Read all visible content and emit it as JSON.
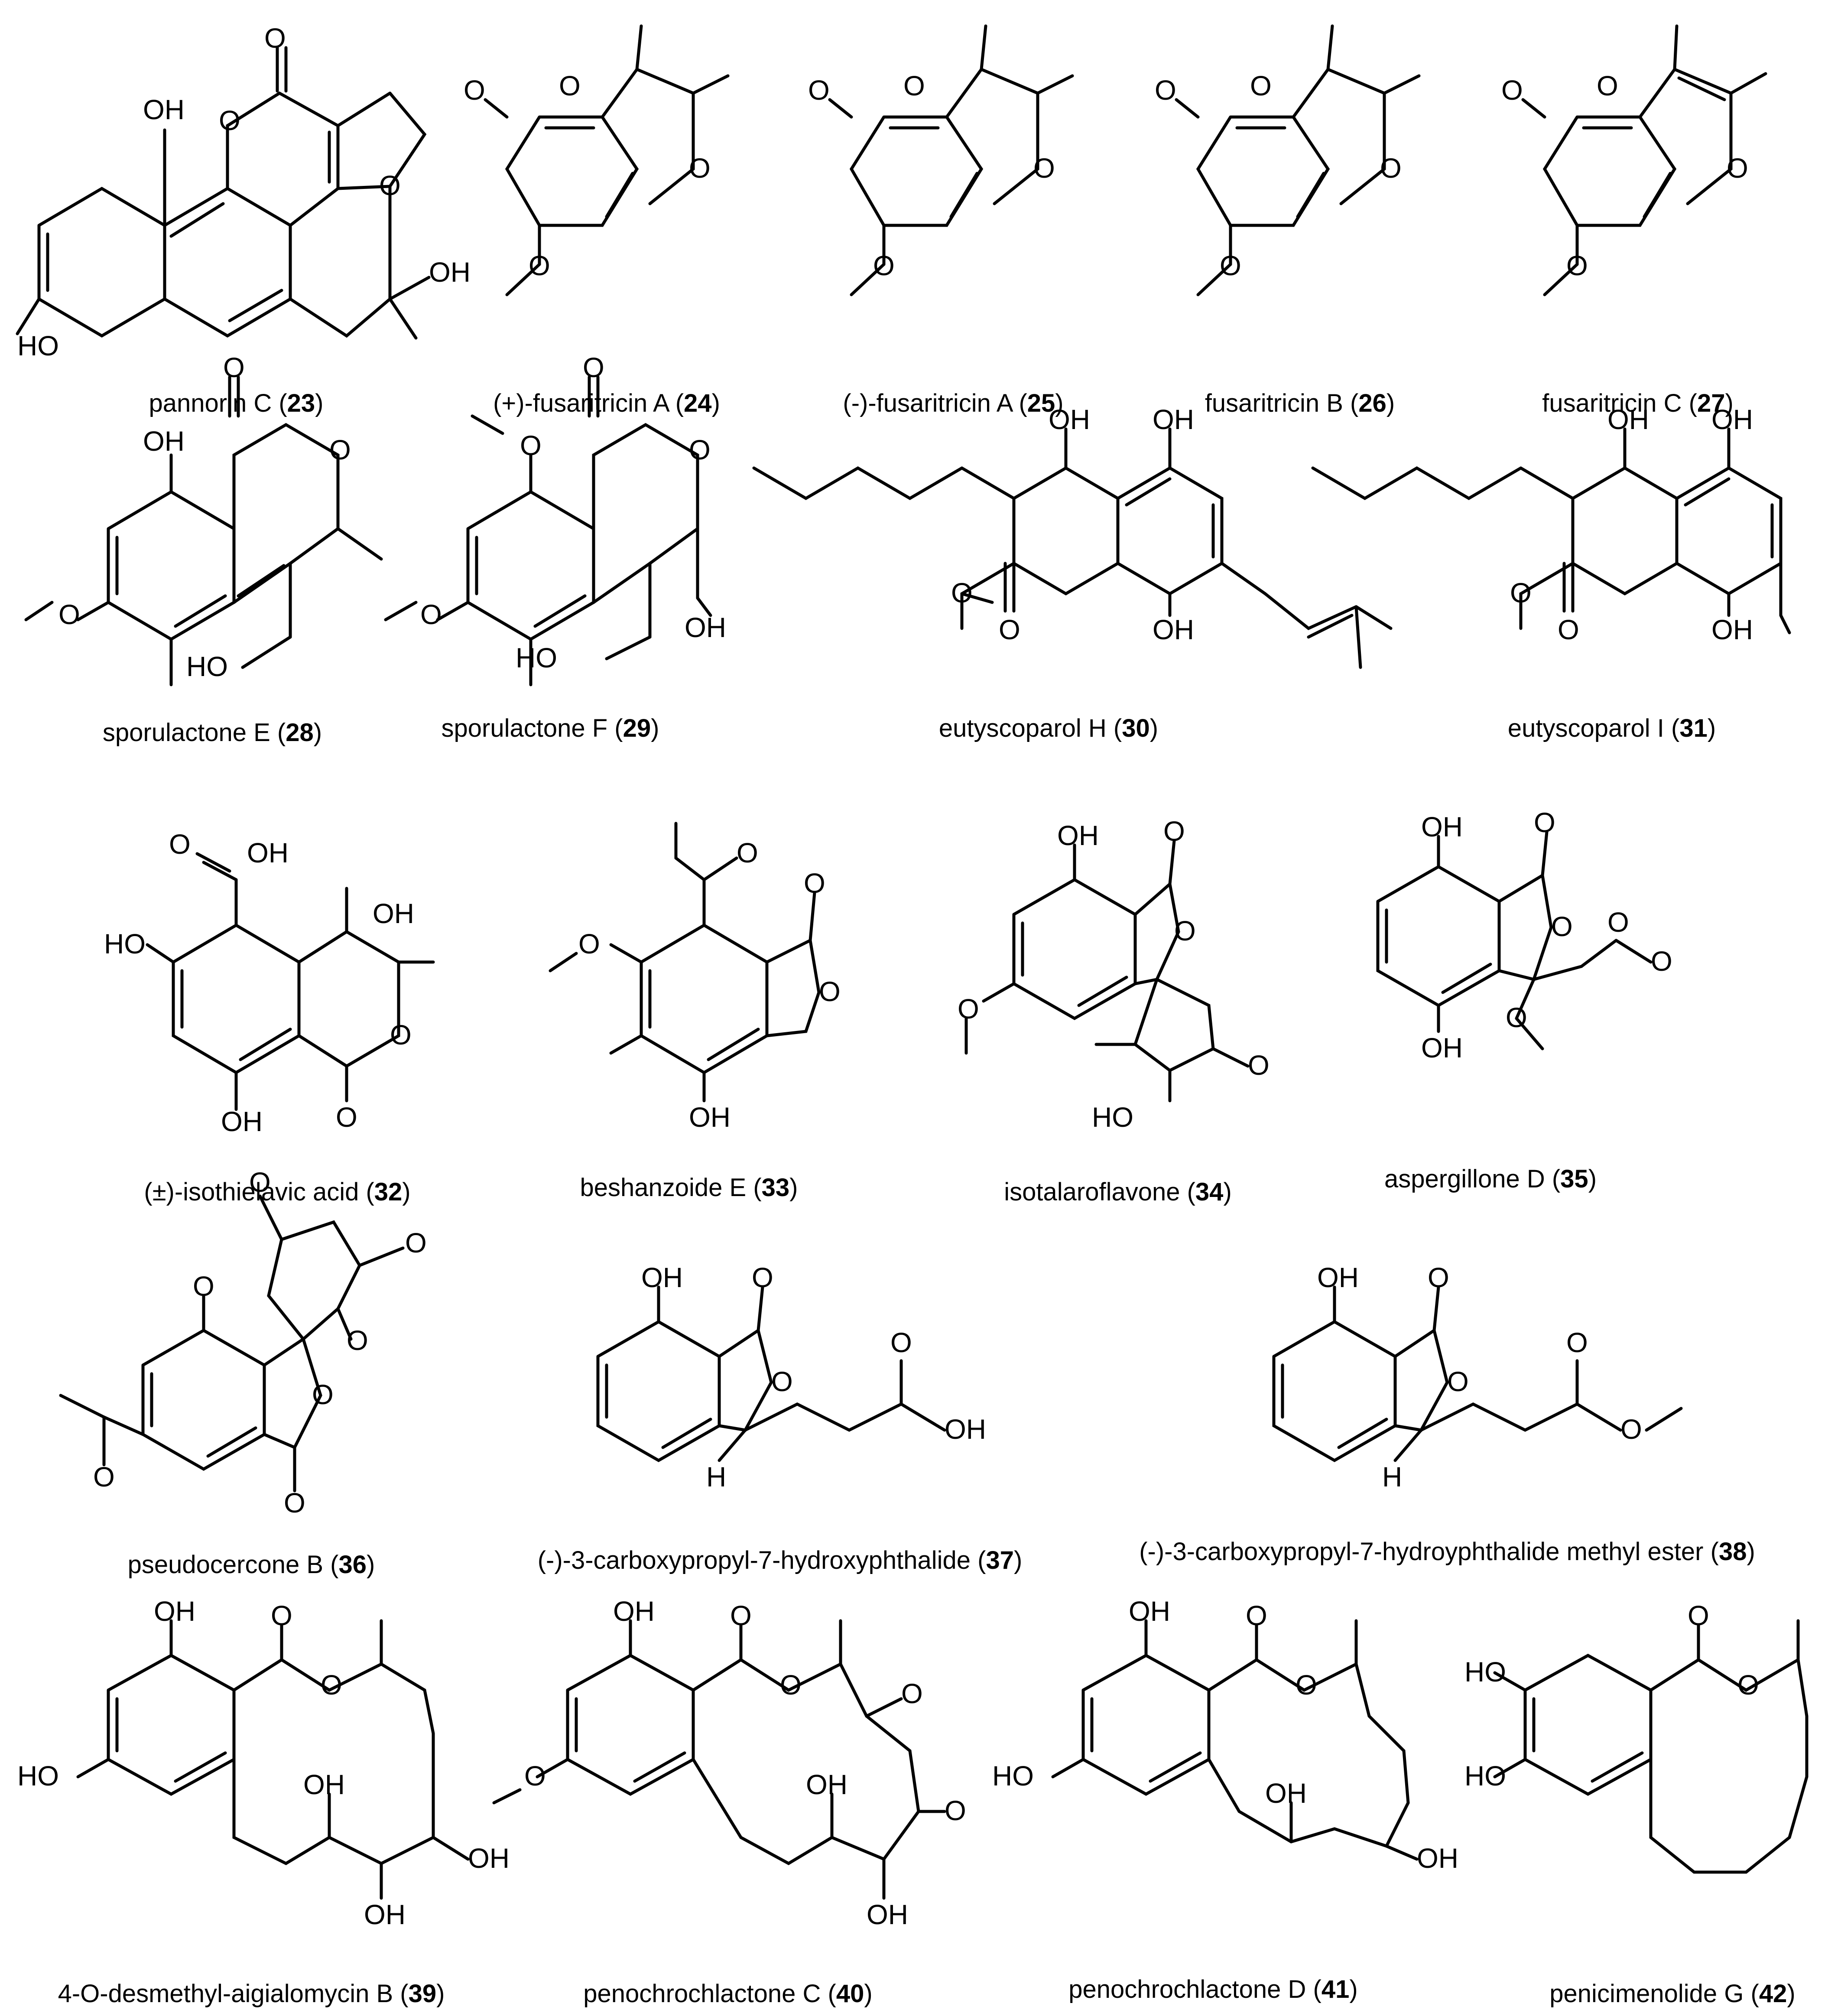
{
  "atoms": {
    "OH": "OH",
    "HO": "HO",
    "O": "O",
    "H": "H"
  },
  "compounds": [
    {
      "name": "pannorin C (",
      "num": "23",
      "close": ")"
    },
    {
      "name": "(+)-fusaritricin A (",
      "num": "24",
      "close": ")"
    },
    {
      "name": "(-)-fusaritricin A (",
      "num": "25",
      "close": ")"
    },
    {
      "name": "fusaritricin B (",
      "num": "26",
      "close": ")"
    },
    {
      "name": "fusaritricin C (",
      "num": "27",
      "close": ")"
    },
    {
      "name": "sporulactone E (",
      "num": "28",
      "close": ")"
    },
    {
      "name": "sporulactone F (",
      "num": "29",
      "close": ")"
    },
    {
      "name": "eutyscoparol H (",
      "num": "30",
      "close": ")"
    },
    {
      "name": "eutyscoparol I (",
      "num": "31",
      "close": ")"
    },
    {
      "name": "(±)-isothielavic acid (",
      "num": "32",
      "close": ")"
    },
    {
      "name": "beshanzoide E (",
      "num": "33",
      "close": ")"
    },
    {
      "name": "isotalaroflavone (",
      "num": "34",
      "close": ")"
    },
    {
      "name": "aspergillone D (",
      "num": "35",
      "close": ")"
    },
    {
      "name": "pseudocercone B (",
      "num": "36",
      "close": ")"
    },
    {
      "name": "(-)-3-carboxypropyl-7-hydroxyphthalide (",
      "num": "37",
      "close": ")"
    },
    {
      "name": "(-)-3-carboxypropyl-7-hydroyphthalide methyl ester (",
      "num": "38",
      "close": ")"
    },
    {
      "name": "4-O-desmethyl-aigialomycin B (",
      "num": "39",
      "close": ")"
    },
    {
      "name": "penochrochlactone C (",
      "num": "40",
      "close": ")"
    },
    {
      "name": "penochrochlactone D (",
      "num": "41",
      "close": ")"
    },
    {
      "name": "penicimenolide G (",
      "num": "42",
      "close": ")"
    }
  ]
}
